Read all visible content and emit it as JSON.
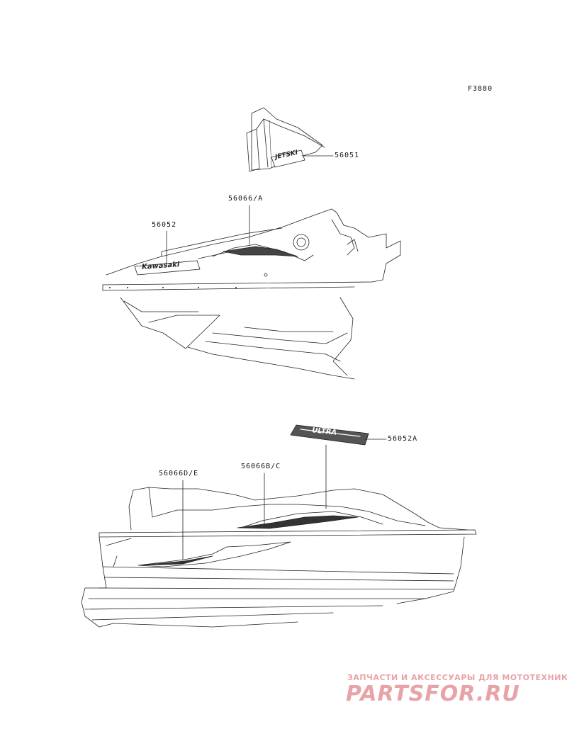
{
  "figure_code": "F3880",
  "callouts": {
    "c56051": "56051",
    "c56066a": "56066/A",
    "c56052": "56052",
    "c56052a": "56052A",
    "c56066de": "56066D/E",
    "c56066bc": "56066B/C"
  },
  "decal_text": {
    "jetski": "JETSKI",
    "kawasaki": "Kawasaki",
    "ultra": "ULTRA"
  },
  "watermark": {
    "tagline": "ЗАПЧАСТИ И АКСЕССУАРЫ ДЛЯ МОТОТЕХНИКИ",
    "logo": "PARTSFOR.RU",
    "color": "#e8a3a8"
  }
}
